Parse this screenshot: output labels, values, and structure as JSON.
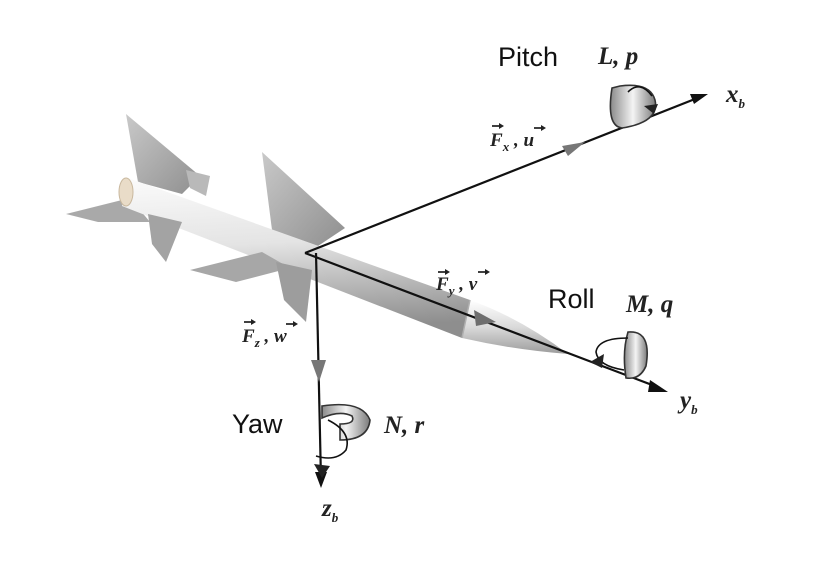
{
  "motions": {
    "pitch": {
      "label": "Pitch",
      "moment": "L, p"
    },
    "roll": {
      "label": "Roll",
      "moment": "M, q"
    },
    "yaw": {
      "label": "Yaw",
      "moment": "N, r"
    }
  },
  "axes": {
    "x": {
      "base": "x",
      "sub": "b"
    },
    "y": {
      "base": "y",
      "sub": "b"
    },
    "z": {
      "base": "z",
      "sub": "b"
    }
  },
  "forces": {
    "x": {
      "force": "F",
      "sub": "x",
      "velocity": "u"
    },
    "y": {
      "force": "F",
      "sub": "y",
      "velocity": "v"
    },
    "z": {
      "force": "F",
      "sub": "z",
      "velocity": "w"
    }
  },
  "colors": {
    "axes": "#111111",
    "missile_light": "#f2f2f2",
    "missile_dark": "#9a9a9a",
    "fin": "#b3b3b3",
    "arrowhead": "#7a7a7a"
  }
}
